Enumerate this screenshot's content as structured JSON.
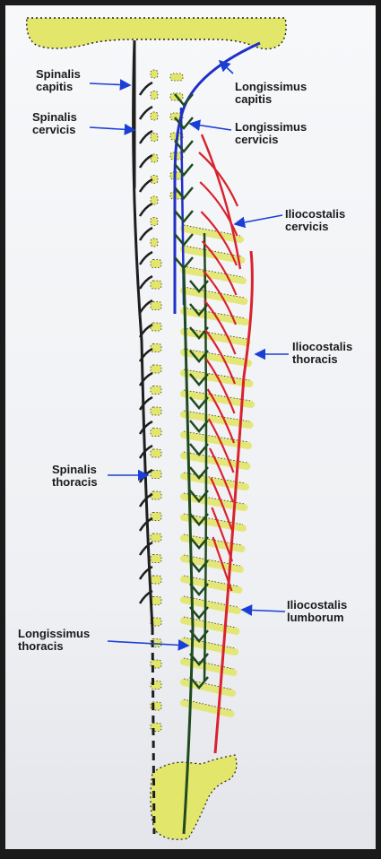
{
  "labels": {
    "spinalis_capitis": [
      "Spinalis",
      "capitis"
    ],
    "spinalis_cervicis": [
      "Spinalis",
      "cervicis"
    ],
    "longissimus_capitis": [
      "Longissimus",
      "capitis"
    ],
    "longissimus_cervicis": [
      "Longissimus",
      "cervicis"
    ],
    "iliocostalis_cervicis": [
      "Iliocostalis",
      "cervicis"
    ],
    "iliocostalis_thoracis": [
      "Iliocostalis",
      "thoracis"
    ],
    "spinalis_thoracis": [
      "Spinalis",
      "thoracis"
    ],
    "iliocostalis_lumborum": [
      "Iliocostalis",
      "lumborum"
    ],
    "longissimus_thoracis": [
      "Longissimus",
      "thoracis"
    ]
  },
  "colors": {
    "bone": "#e2e66a",
    "spinalis": "#1e1e1e",
    "longissimus_upper": "#1f2fc8",
    "longissimus_lower": "#1f4a1f",
    "iliocostalis": "#d8232e",
    "leader": "#1a3fd6",
    "paper": "#f3f4f6"
  }
}
